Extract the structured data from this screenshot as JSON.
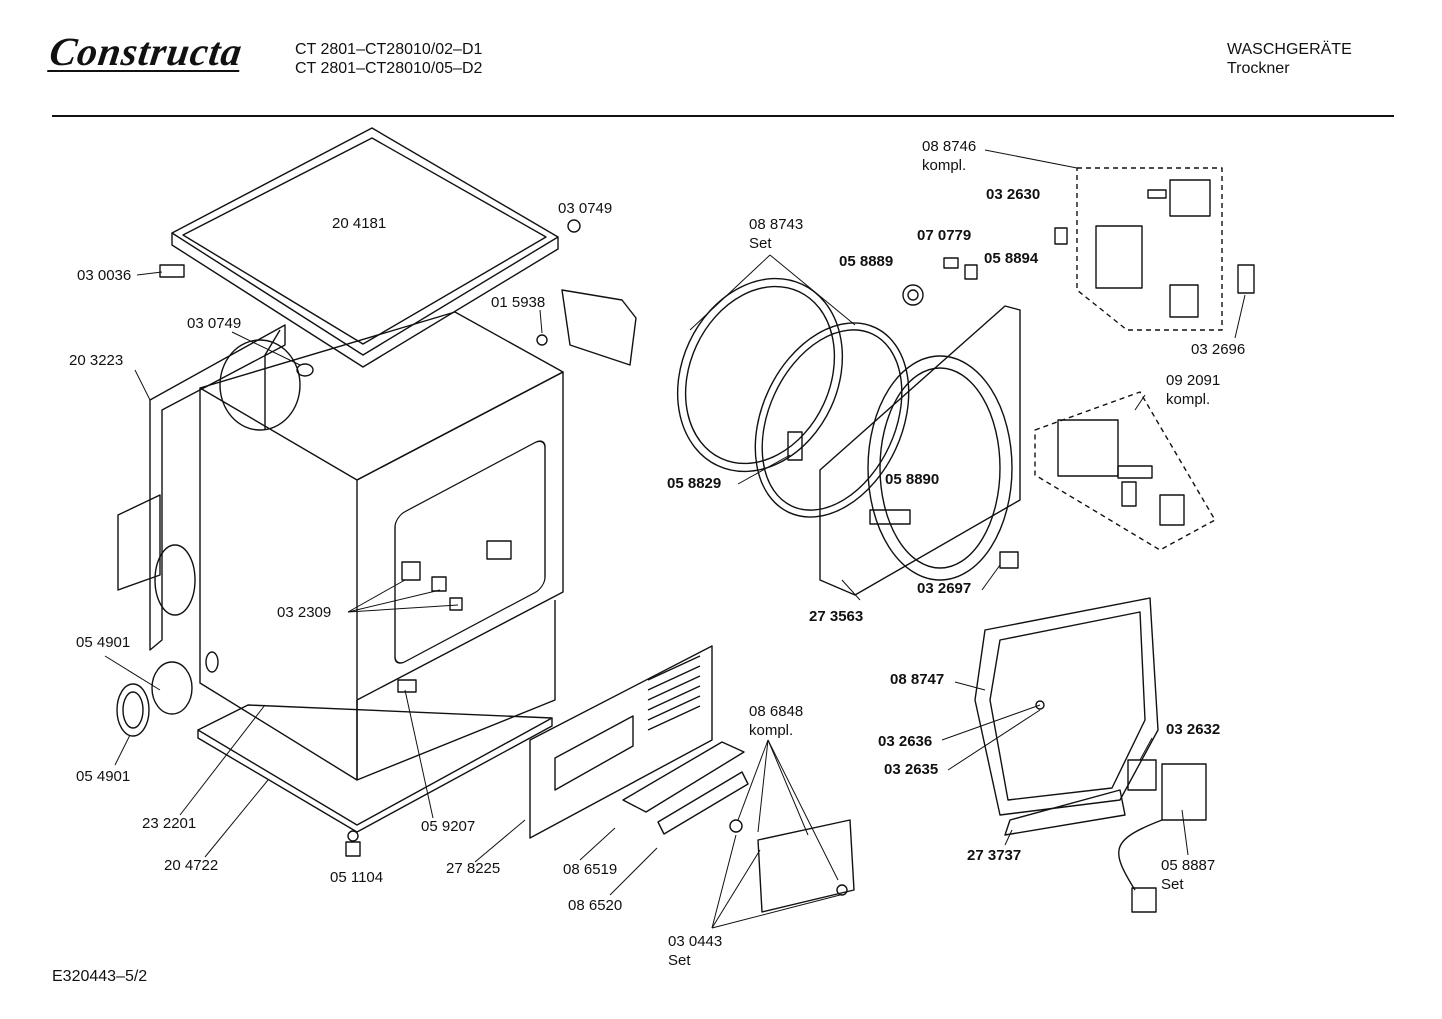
{
  "header": {
    "brand": "Constructa",
    "model_line_1": "CT 2801–CT28010/02–D1",
    "model_line_2": "CT 2801–CT28010/05–D2",
    "category": "WASCHGERÄTE",
    "subcategory": "Trockner"
  },
  "footer": {
    "code": "E320443–5/2"
  },
  "labels": [
    {
      "text": "20 4181"
    },
    {
      "text": "03 0749"
    },
    {
      "text": "03 0036"
    },
    {
      "text": "01 5938"
    },
    {
      "text": "03 0749"
    },
    {
      "text": "20 3223"
    },
    {
      "text": "03 2309"
    },
    {
      "text": "05 4901"
    },
    {
      "text": "05 4901"
    },
    {
      "text": "23 2201"
    },
    {
      "text": "20 4722"
    },
    {
      "text": "05 9207"
    },
    {
      "text": "05 1104"
    },
    {
      "text": "27 8225"
    },
    {
      "text": "08 6519"
    },
    {
      "text": "08 6520"
    },
    {
      "text": "08 8743"
    },
    {
      "text": "Set"
    },
    {
      "text": "05 8889"
    },
    {
      "text": "07 0779"
    },
    {
      "text": "05 8894"
    },
    {
      "text": "03 2630"
    },
    {
      "text": "08 8746"
    },
    {
      "text": "kompl."
    },
    {
      "text": "03 2696"
    },
    {
      "text": "09 2091"
    },
    {
      "text": "kompl."
    },
    {
      "text": "05 8829"
    },
    {
      "text": "05 8890"
    },
    {
      "text": "27 3563"
    },
    {
      "text": "03 2697"
    },
    {
      "text": "08 8747"
    },
    {
      "text": "03 2636"
    },
    {
      "text": "03 2635"
    },
    {
      "text": "27 3737"
    },
    {
      "text": "03 2632"
    },
    {
      "text": "05 8887"
    },
    {
      "text": "Set"
    },
    {
      "text": "08 6848"
    },
    {
      "text": "kompl."
    },
    {
      "text": "03 0443"
    },
    {
      "text": "Set"
    }
  ]
}
